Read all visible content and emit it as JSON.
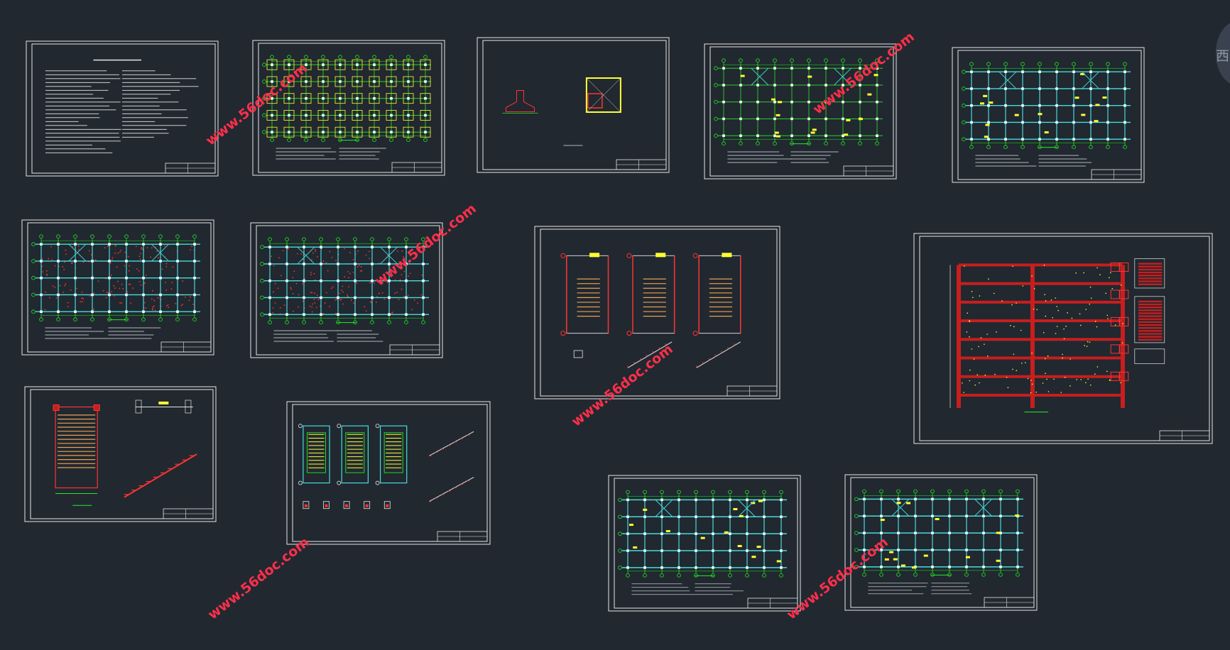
{
  "viewcube": {
    "label": "西"
  },
  "watermarks": [
    "www.56doc.com",
    "www.56doc.com",
    "www.56doc.com",
    "www.56doc.com",
    "www.56doc.com",
    "www.56doc.com"
  ],
  "sheets": [
    {
      "kind": "notes"
    },
    {
      "kind": "foundation"
    },
    {
      "kind": "detail"
    },
    {
      "kind": "grid-plan"
    },
    {
      "kind": "floor-plan"
    },
    {
      "kind": "slab-plan"
    },
    {
      "kind": "slab-plan"
    },
    {
      "kind": "stair-plan"
    },
    {
      "kind": "frame-elevation"
    },
    {
      "kind": "stair-section"
    },
    {
      "kind": "stair-detail"
    },
    {
      "kind": "beam-plan"
    },
    {
      "kind": "beam-plan"
    }
  ],
  "colors": {
    "background": "#212830",
    "frame": "#e6e6e6",
    "grid": "#22ee22",
    "beam": "#44dddd",
    "column": "#ffffff",
    "rebar": "#ff3333",
    "annotation": "#ffff33",
    "watermark": "#ff2f4a"
  }
}
